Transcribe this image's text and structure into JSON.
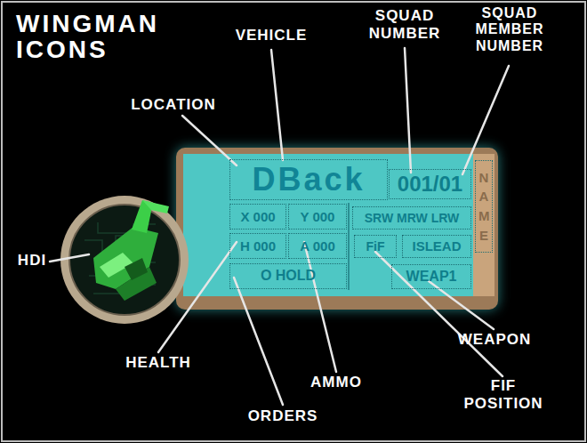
{
  "diagram": {
    "title": "WINGMAN ICONS",
    "nodes": [
      {
        "text": [
          "DBack"
        ]
      },
      {
        "text": [
          "001/01"
        ]
      },
      {
        "text": [
          "NAME"
        ]
      },
      {
        "text": [
          "X 000"
        ]
      },
      {
        "text": [
          "Y 000"
        ]
      },
      {
        "text": [
          "SRW MRW LRW"
        ]
      },
      {
        "text": [
          "H 000"
        ]
      },
      {
        "text": [
          "A 000"
        ]
      },
      {
        "text": [
          "FiF"
        ]
      },
      {
        "text": [
          "ISLEAD"
        ]
      },
      {
        "text": [
          "O HOLD"
        ]
      },
      {
        "text": [
          "WEAP1"
        ]
      }
    ],
    "labels": [
      "VEHICLE",
      "SQUAD NUMBER",
      "SQUAD MEMBER NUMBER",
      "LOCATION",
      "HDI",
      "HEALTH",
      "AMMO",
      "ORDERS",
      "WEAPON",
      "FIF POSITION"
    ]
  }
}
